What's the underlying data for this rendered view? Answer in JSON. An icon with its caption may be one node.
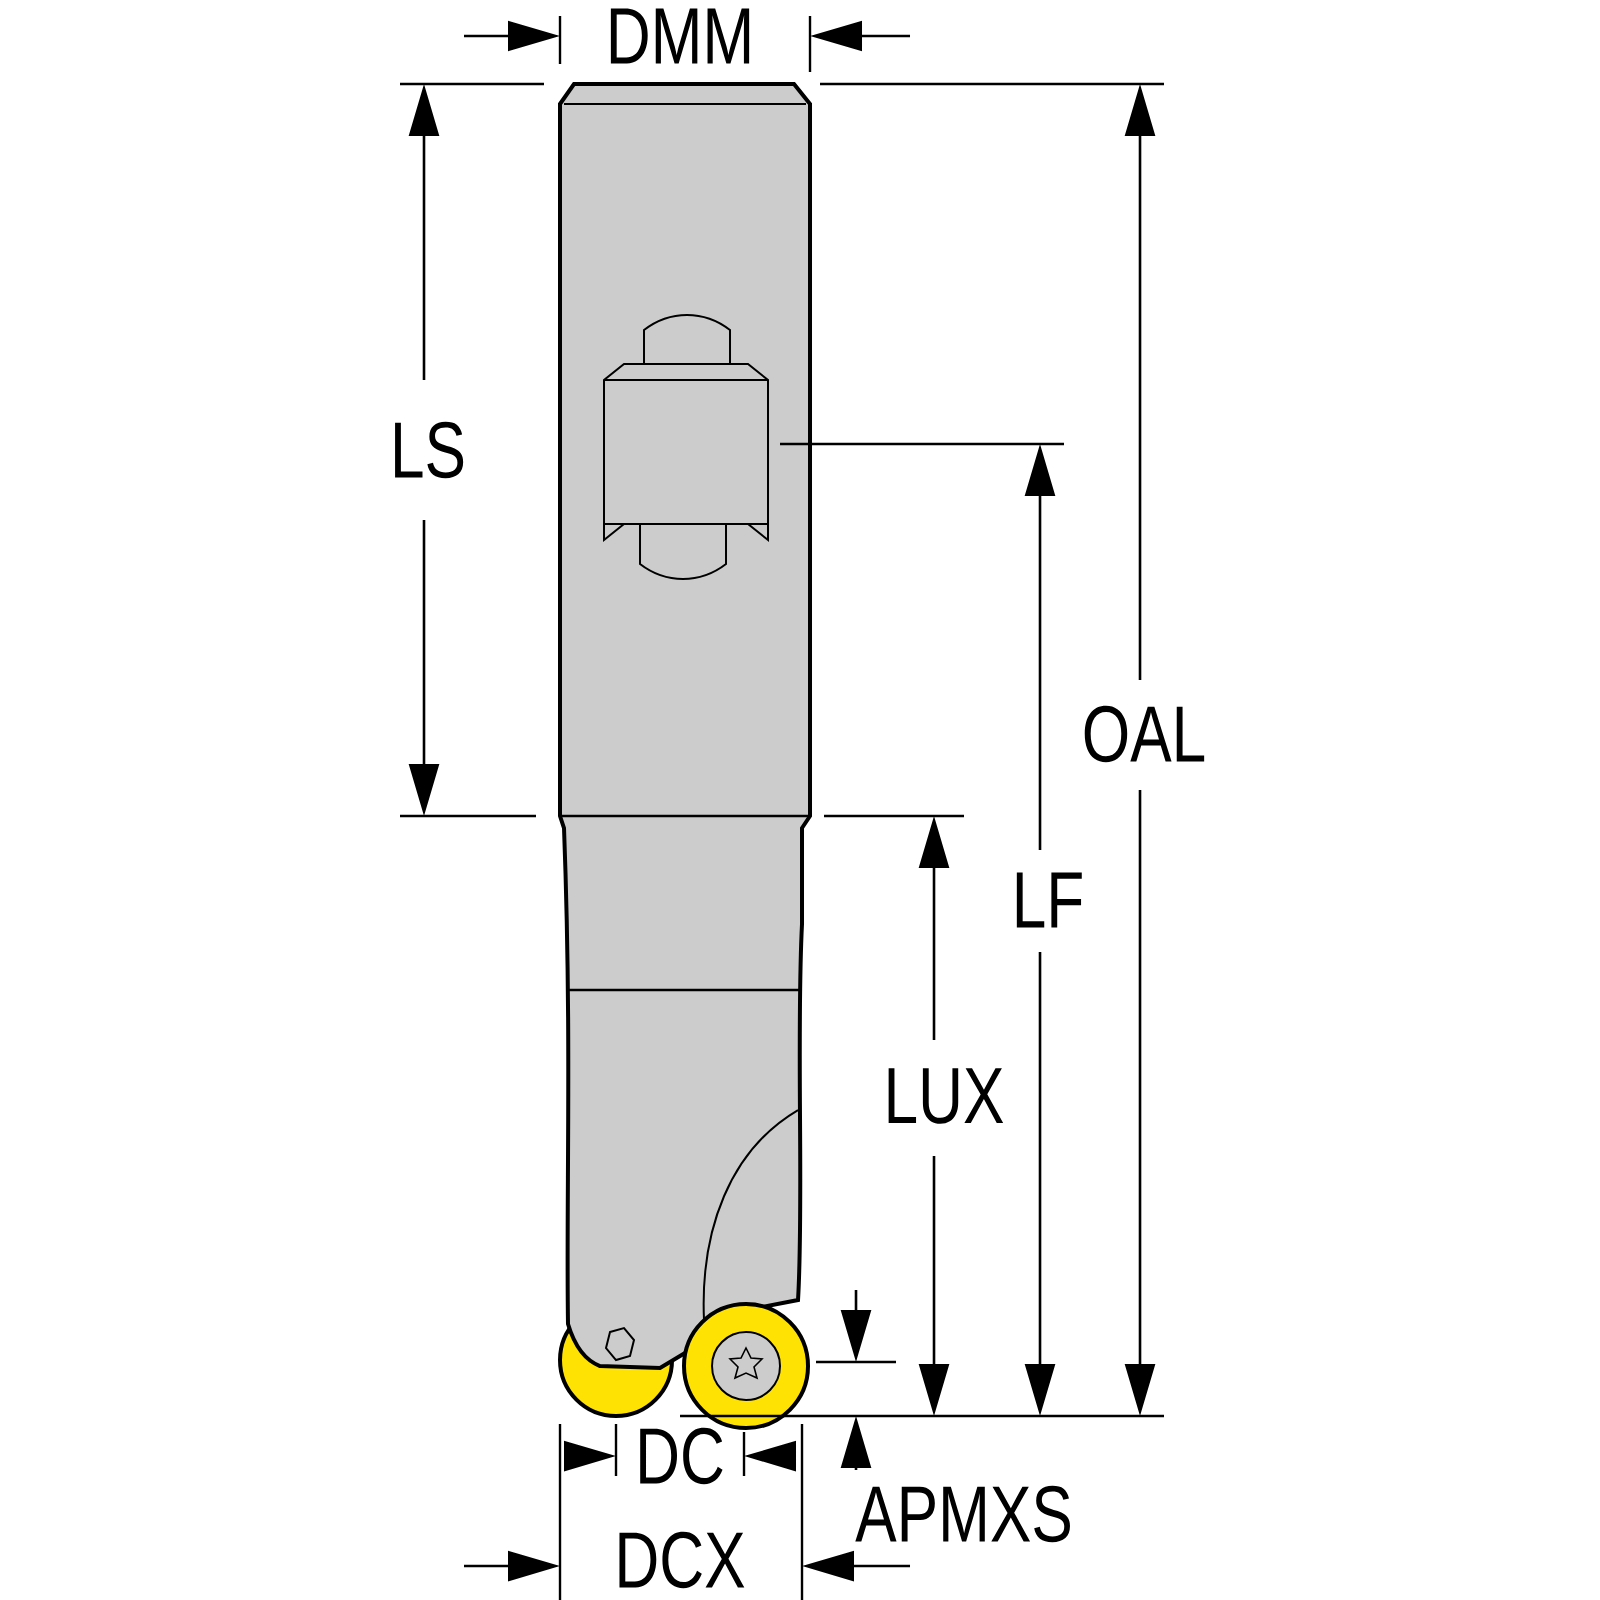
{
  "diagram": {
    "labels": [
      "DMM",
      "LS",
      "OAL",
      "LF",
      "LUX",
      "DC",
      "APMXS",
      "DCX"
    ]
  }
}
